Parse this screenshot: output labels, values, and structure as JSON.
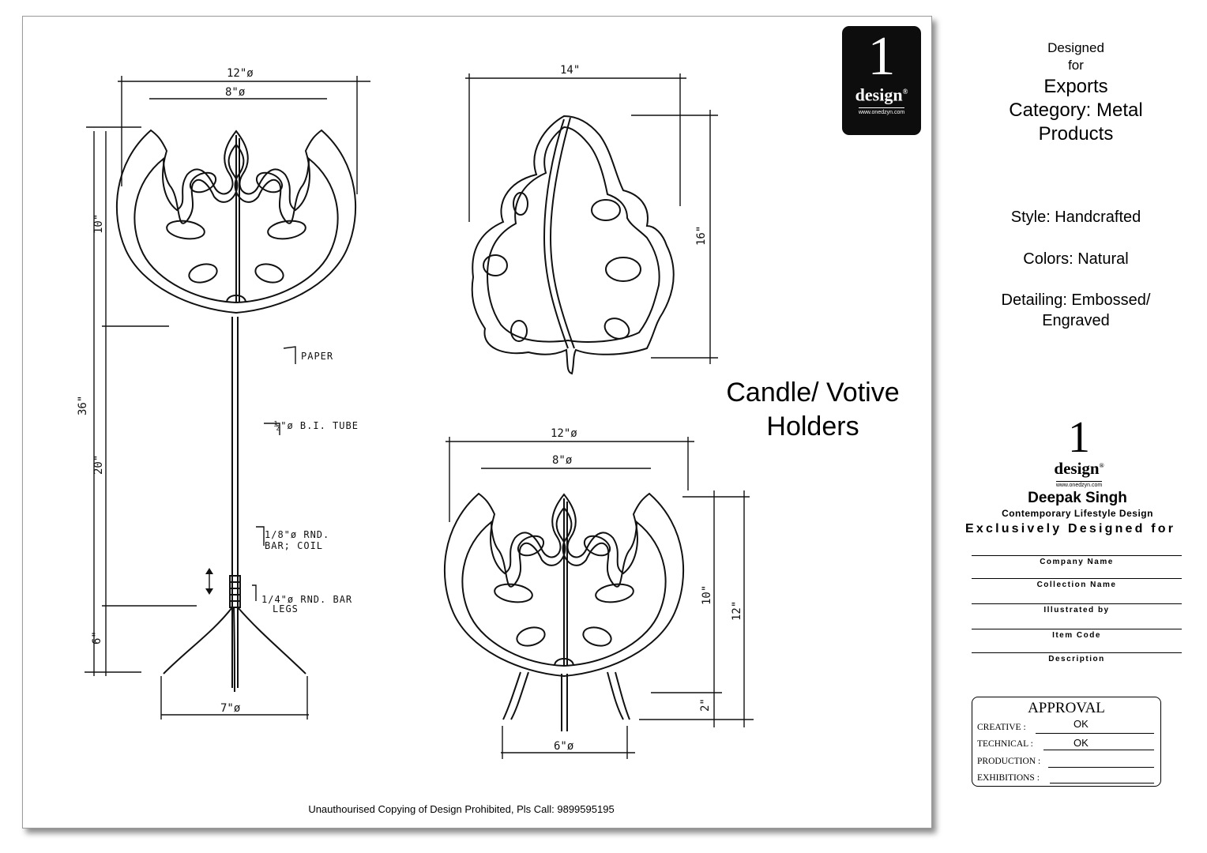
{
  "drawing": {
    "dimensions": {
      "stand_top_width": "12\"ø",
      "stand_inner_width": "8\"ø",
      "stand_leaf_height": "10\"",
      "stand_total_height": "36\"",
      "stand_stem_height": "20\"",
      "stand_leg_height": "6\"",
      "stand_base_width": "7\"ø",
      "flat_leaf_width": "14\"",
      "flat_leaf_height": "16\"",
      "table_top_width": "12\"ø",
      "table_inner_width": "8\"ø",
      "table_leaf_height": "10\"",
      "table_total_height": "12\"",
      "table_leg_height": "2\"",
      "table_base_width": "6\"ø"
    },
    "callouts": {
      "paper": "PAPER",
      "tube": "½\"ø B.I. TUBE",
      "coil_line1": "1/8\"ø RND.",
      "coil_line2": "BAR; COIL",
      "legs_line1": "1/4\"ø RND. BAR",
      "legs_line2": "LEGS"
    }
  },
  "logo": {
    "number": "1",
    "word": "design",
    "reg": "®",
    "url": "www.onedzyn.com"
  },
  "title": {
    "line1": "Candle/ Votive",
    "line2": "Holders"
  },
  "footer": "Unauthourised Copying of Design Prohibited, Pls Call: 9899595195",
  "sidebar": {
    "designed_line1": "Designed",
    "designed_line2": "for",
    "category_line1": "Exports",
    "category_line2": "Category: Metal",
    "category_line3": "Products",
    "style": "Style: Handcrafted",
    "colors": "Colors: Natural",
    "detailing_line1": "Detailing: Embossed/",
    "detailing_line2": "Engraved"
  },
  "designer": {
    "name": "Deepak Singh",
    "tagline": "Contemporary Lifestyle Design",
    "exclusive": "Exclusively Designed for",
    "fields": [
      "Company Name",
      "Collection Name",
      "Illustrated by",
      "Item Code",
      "Description"
    ]
  },
  "approval": {
    "title": "APPROVAL",
    "rows": [
      {
        "label": "CREATIVE :",
        "value": "OK"
      },
      {
        "label": "TECHNICAL :",
        "value": "OK"
      },
      {
        "label": "PRODUCTION :",
        "value": ""
      },
      {
        "label": "EXHIBITIONS :",
        "value": ""
      }
    ]
  }
}
